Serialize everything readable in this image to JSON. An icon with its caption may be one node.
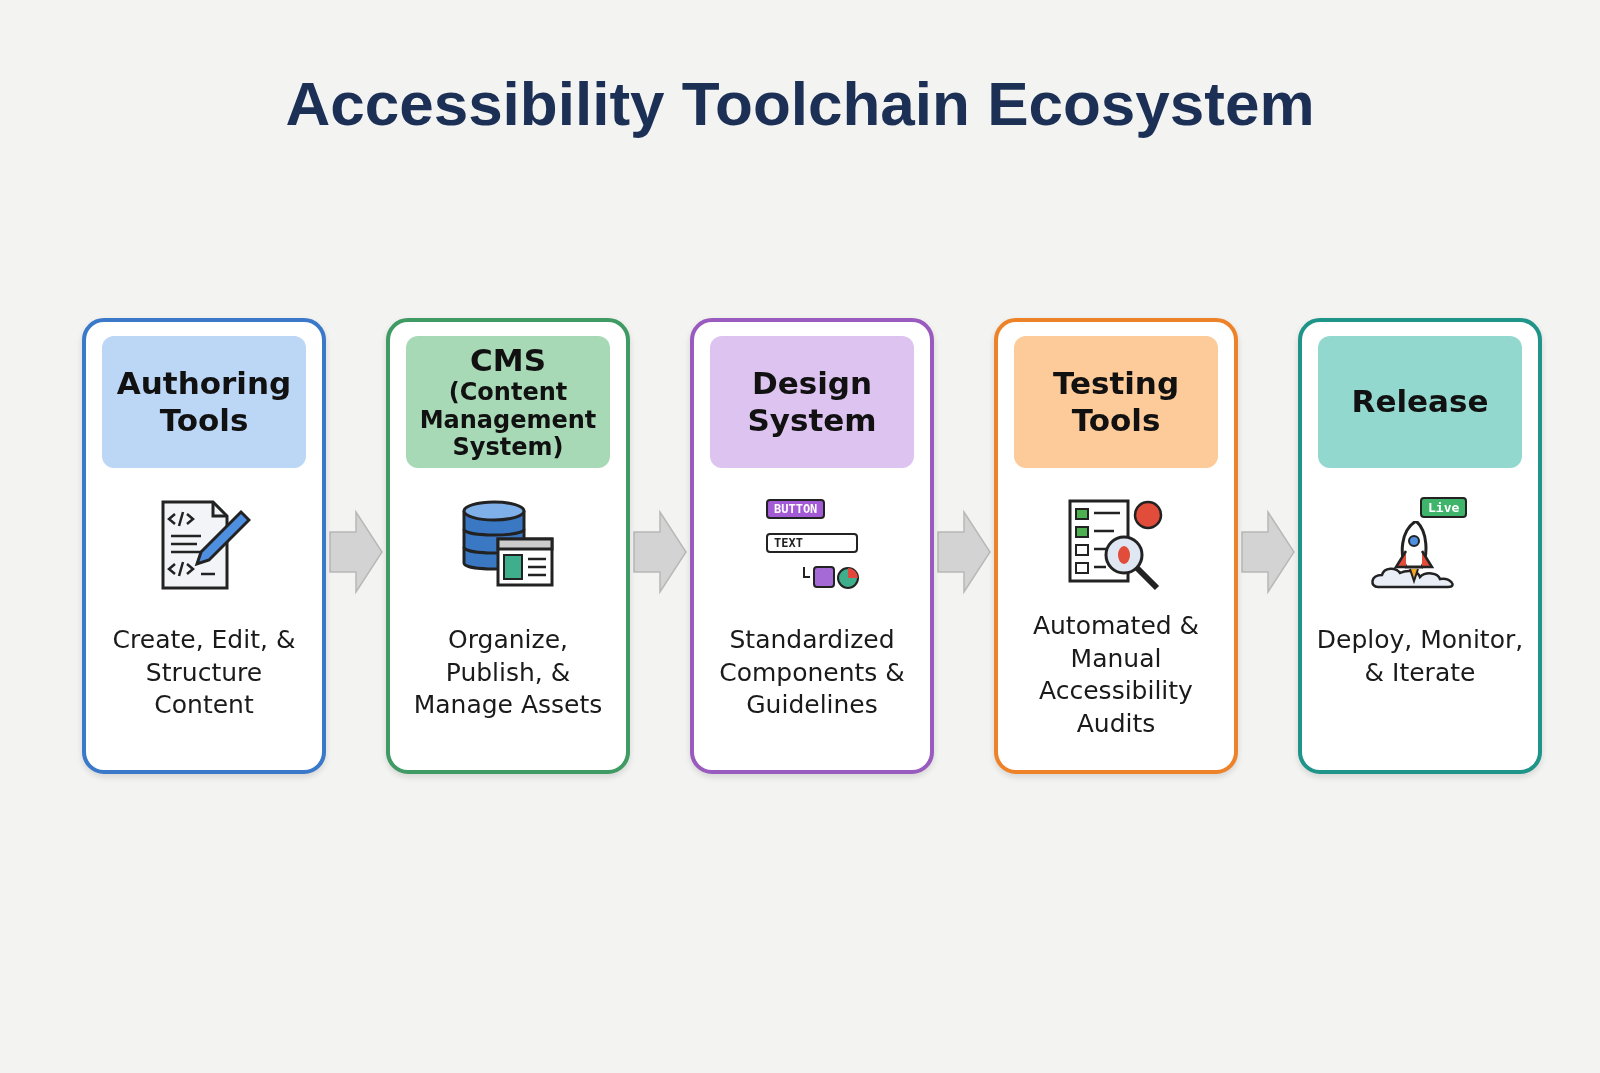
{
  "diagram": {
    "title": "Accessibility Toolchain Ecosystem",
    "nodes": [
      {
        "text": [
          "Authoring Tools",
          "Create, Edit, & Structure Content"
        ]
      },
      {
        "text": [
          "CMS",
          "(Content Management System)",
          "Organize, Publish, & Manage Assets"
        ]
      },
      {
        "text": [
          "Design System",
          "Standardized Components & Guidelines"
        ]
      },
      {
        "text": [
          "Testing Tools",
          "Automated & Manual Accessibility Audits"
        ]
      },
      {
        "text": [
          "Release",
          "Deploy, Monitor, & Iterate"
        ]
      }
    ],
    "edges": [
      {
        "from": 0,
        "to": 1,
        "arrow": "to"
      },
      {
        "from": 1,
        "to": 2,
        "arrow": "to"
      },
      {
        "from": 2,
        "to": 3,
        "arrow": "to"
      },
      {
        "from": 3,
        "to": 4,
        "arrow": "to"
      }
    ],
    "labels": [
      "BUTTON",
      "TEXT",
      "Live"
    ]
  }
}
